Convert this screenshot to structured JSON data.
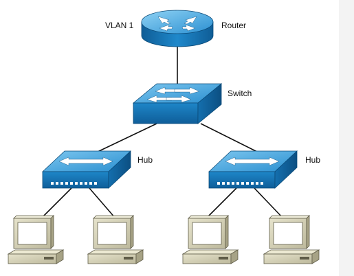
{
  "labels": {
    "vlan": "VLAN 1",
    "router": "Router",
    "switch": "Switch",
    "hub_left": "Hub",
    "hub_right": "Hub"
  },
  "colors": {
    "device_blue": "#1c7fc0",
    "device_blue_dark": "#0f5d96",
    "device_blue_light": "#59b3e6",
    "computer_beige": "#d9d6bc",
    "computer_dark": "#5f5c48",
    "link": "#111111"
  },
  "icons": {
    "router": "router-icon",
    "switch": "switch-icon",
    "hub": "hub-icon",
    "computer": "computer-icon"
  }
}
